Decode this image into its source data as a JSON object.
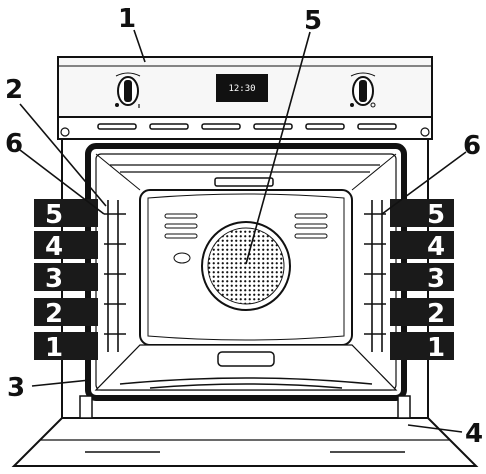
{
  "diagram": {
    "callouts": {
      "control_panel": "1",
      "side_grid": "2",
      "door_seal": "3",
      "door": "4",
      "fan": "5",
      "shelf_guide": "6"
    },
    "display": {
      "time": "12:30"
    },
    "shelf_levels": [
      "5",
      "4",
      "3",
      "2",
      "1"
    ],
    "colors": {
      "ink": "#111111",
      "label_background": "#1a1a1a",
      "label_text": "#ffffff",
      "display_background": "#111111",
      "panel": "#f7f7f7"
    }
  }
}
